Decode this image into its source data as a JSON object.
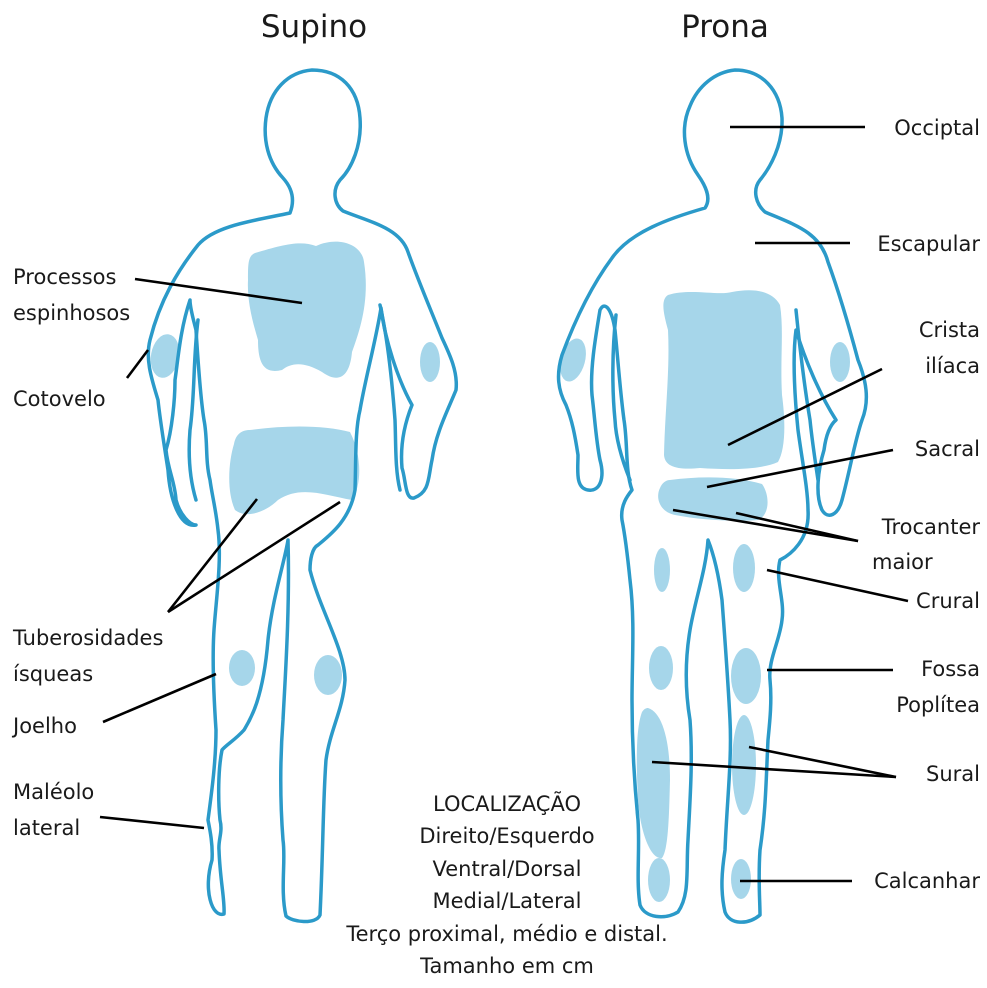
{
  "titles": {
    "supine": "Supino",
    "prone": "Prona"
  },
  "colors": {
    "outline": "#2b9ac9",
    "pressure_area": "#a6d6ea",
    "leader": "#000000"
  },
  "supine_labels": {
    "processos_l1": "Processos",
    "processos_l2": "espinhosos",
    "cotovelo": "Cotovelo",
    "tuberosidades_l1": "Tuberosidades",
    "tuberosidades_l2": "ísqueas",
    "joelho": "Joelho",
    "maleolo_l1": "Maléolo",
    "maleolo_l2": "lateral"
  },
  "prone_labels": {
    "occipital": "Occiptal",
    "escapular": "Escapular",
    "crista_l1": "Crista",
    "crista_l2": "ilíaca",
    "sacral": "Sacral",
    "trocanter_l1": "Trocanter",
    "trocanter_l2": "maior",
    "crural": "Crural",
    "fossa_l1": "Fossa",
    "fossa_l2": "Poplítea",
    "sural": "Sural",
    "calcanhar": "Calcanhar"
  },
  "location_note": {
    "l1": "LOCALIZAÇÃO",
    "l2": "Direito/Esquerdo",
    "l3": "Ventral/Dorsal",
    "l4": "Medial/Lateral",
    "l5": "Terço proximal, médio e distal.",
    "l6": "Tamanho em cm"
  }
}
